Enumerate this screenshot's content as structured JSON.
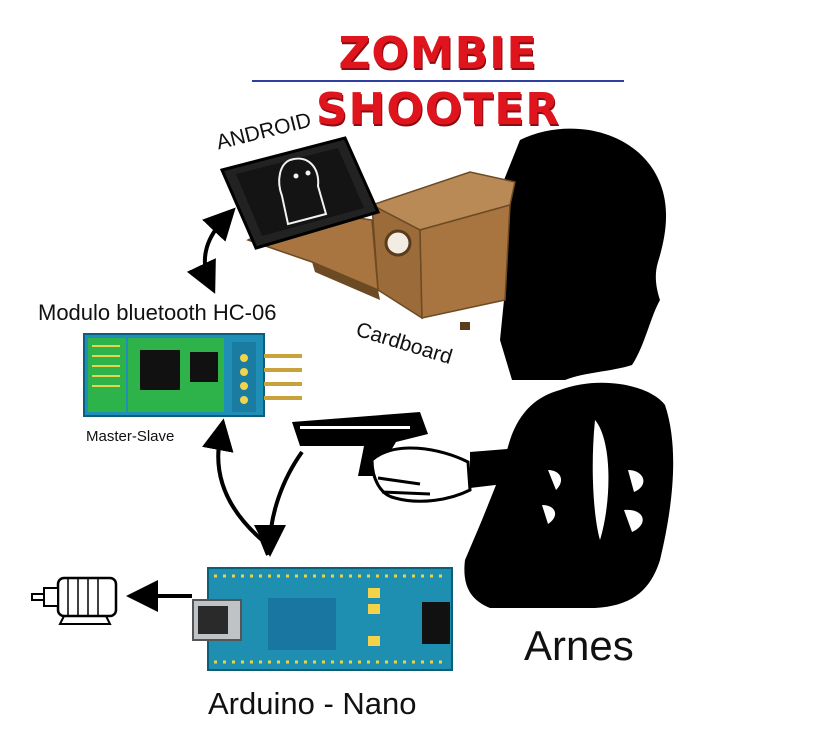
{
  "title": "ZOMBIE SHOOTER",
  "labels": {
    "android": "ANDROID",
    "bluetooth_module": "Modulo bluetooth HC-06",
    "mode": "Master-Slave",
    "cardboard": "Cardboard",
    "harness": "Arnes",
    "arduino": "Arduino - Nano"
  },
  "colors": {
    "title": "#e0141c",
    "title_underline": "#2f3fa0",
    "bt_board": "#1f8fb8",
    "bt_chip": "#2db34a",
    "arduino_board": "#1e8fb0",
    "cardboard": "#a87440",
    "silhouette": "#000000"
  }
}
